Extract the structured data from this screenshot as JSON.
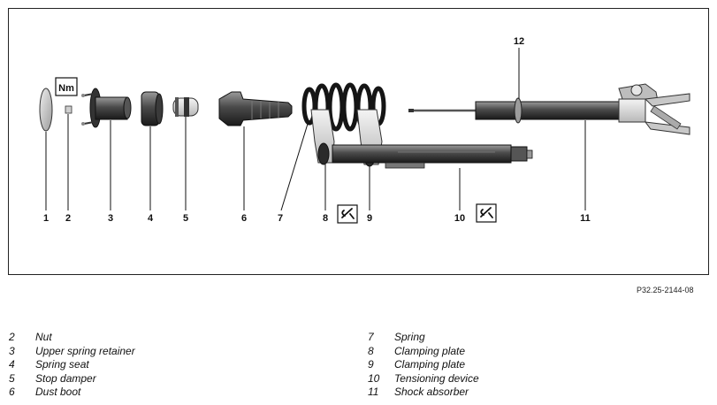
{
  "diagram": {
    "part_labels": [
      "1",
      "2",
      "3",
      "4",
      "5",
      "6",
      "7",
      "8",
      "9",
      "10",
      "11",
      "12"
    ],
    "nm_symbol": "Nm",
    "figure_ref": "P32.25-2144-08"
  },
  "legend": {
    "left": [
      {
        "num": "2",
        "name": "Nut"
      },
      {
        "num": "3",
        "name": "Upper spring retainer"
      },
      {
        "num": "4",
        "name": "Spring seat"
      },
      {
        "num": "5",
        "name": "Stop damper"
      },
      {
        "num": "6",
        "name": "Dust boot"
      }
    ],
    "right": [
      {
        "num": "7",
        "name": "Spring"
      },
      {
        "num": "8",
        "name": "Clamping plate"
      },
      {
        "num": "9",
        "name": "Clamping plate"
      },
      {
        "num": "10",
        "name": "Tensioning device"
      },
      {
        "num": "11",
        "name": "Shock absorber"
      }
    ]
  }
}
